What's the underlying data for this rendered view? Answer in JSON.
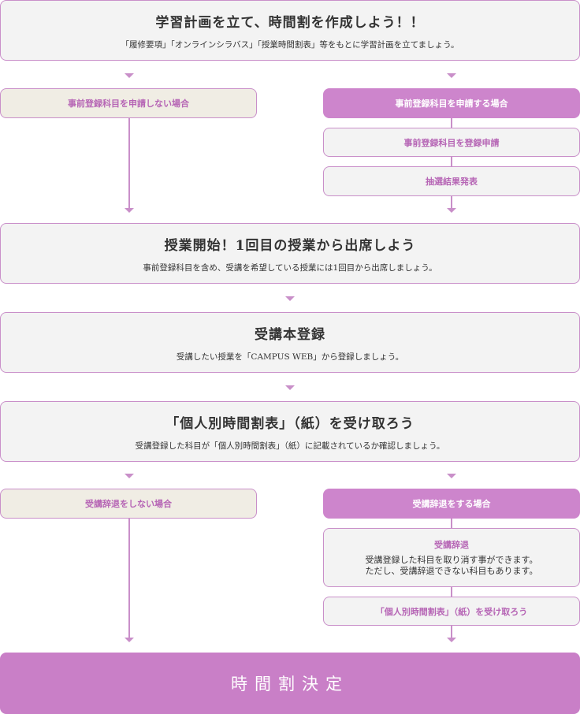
{
  "colors": {
    "accent": "#cd85cc",
    "border": "#c98fc9",
    "beige": "#f0ede4",
    "gray": "#f3f3f3"
  },
  "step1": {
    "title": "学習計画を立て、時間割を作成しよう！！",
    "sub": "「履修要項」「オンラインシラバス」「授業時間割表」等をもとに学習計画を立てましょう。"
  },
  "branch1": {
    "left": "事前登録科目を申請しない場合",
    "right": "事前登録科目を申請する場合",
    "right_steps": [
      "事前登録科目を登録申請",
      "抽選結果発表"
    ]
  },
  "step2": {
    "title": "授業開始！1回目の授業から出席しよう",
    "sub": "事前登録科目を含め、受講を希望している授業には1回目から出席しましょう。"
  },
  "step3": {
    "title": "受講本登録",
    "sub": "受講したい授業を「CAMPUS WEB」から登録しましょう。"
  },
  "step4": {
    "title": "「個人別時間割表」（紙）を受け取ろう",
    "sub": "受講登録した科目が「個人別時間割表」（紙）に記載されているか確認しましょう。"
  },
  "branch2": {
    "left": "受講辞退をしない場合",
    "right": "受講辞退をする場合",
    "detail_title": "受講辞退",
    "detail_line1": "受講登録した科目を取り消す事ができます。",
    "detail_line2": "ただし、受講辞退できない科目もあります。",
    "last_step": "「個人別時間割表」（紙）を受け取ろう"
  },
  "final": {
    "label": "時間割決定"
  }
}
